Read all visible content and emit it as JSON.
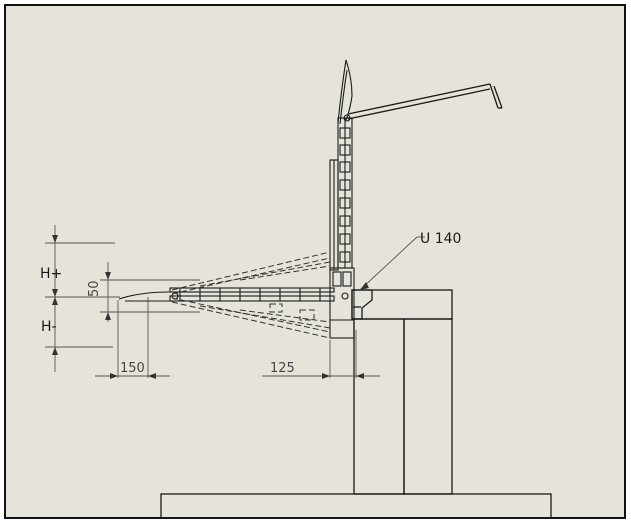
{
  "drawing": {
    "background_color": "#e6e4da",
    "line_color": "#1a1a1a",
    "dim_color": "#555555",
    "callout": {
      "label": "U 140"
    },
    "dimensions": {
      "vertical_50": "50",
      "h_plus": "H+",
      "h_minus": "H-",
      "horizontal_150": "150",
      "horizontal_125": "125"
    }
  }
}
